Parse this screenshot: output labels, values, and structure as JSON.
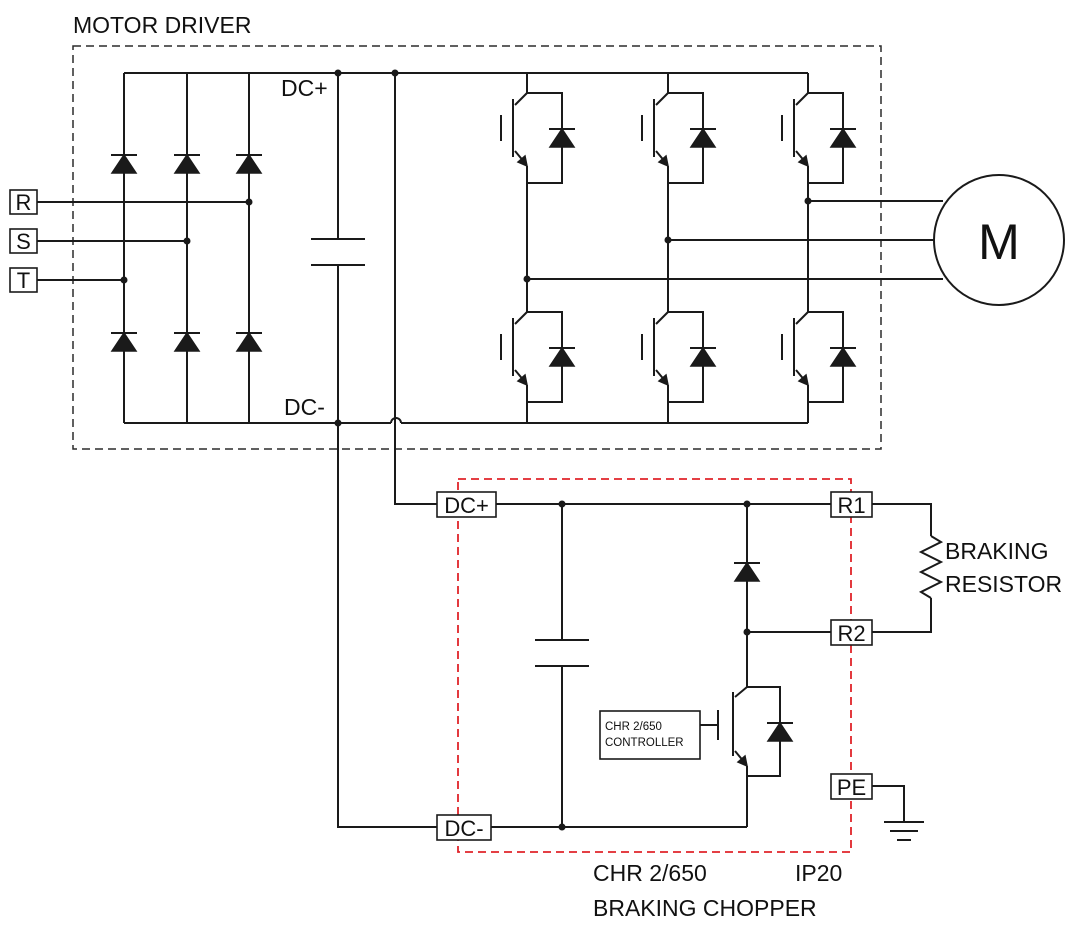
{
  "labels": {
    "motor_driver": "MOTOR DRIVER",
    "dc_plus_bus": "DC+",
    "dc_minus_bus": "DC-",
    "motor": "M",
    "braking_resistor_line1": "BRAKING",
    "braking_resistor_line2": "RESISTOR",
    "chopper_model": "CHR 2/650",
    "chopper_ip": "IP20",
    "chopper_name": "BRAKING CHOPPER",
    "controller_line1": "CHR 2/650",
    "controller_line2": "CONTROLLER"
  },
  "terminals": {
    "r": "R",
    "s": "S",
    "t": "T",
    "dc_plus": "DC+",
    "dc_minus": "DC-",
    "r1": "R1",
    "r2": "R2",
    "pe": "PE"
  },
  "colors": {
    "wire": "#1a1a1a",
    "chopper_boundary": "#e0242a",
    "driver_boundary": "#2b2b2b"
  }
}
